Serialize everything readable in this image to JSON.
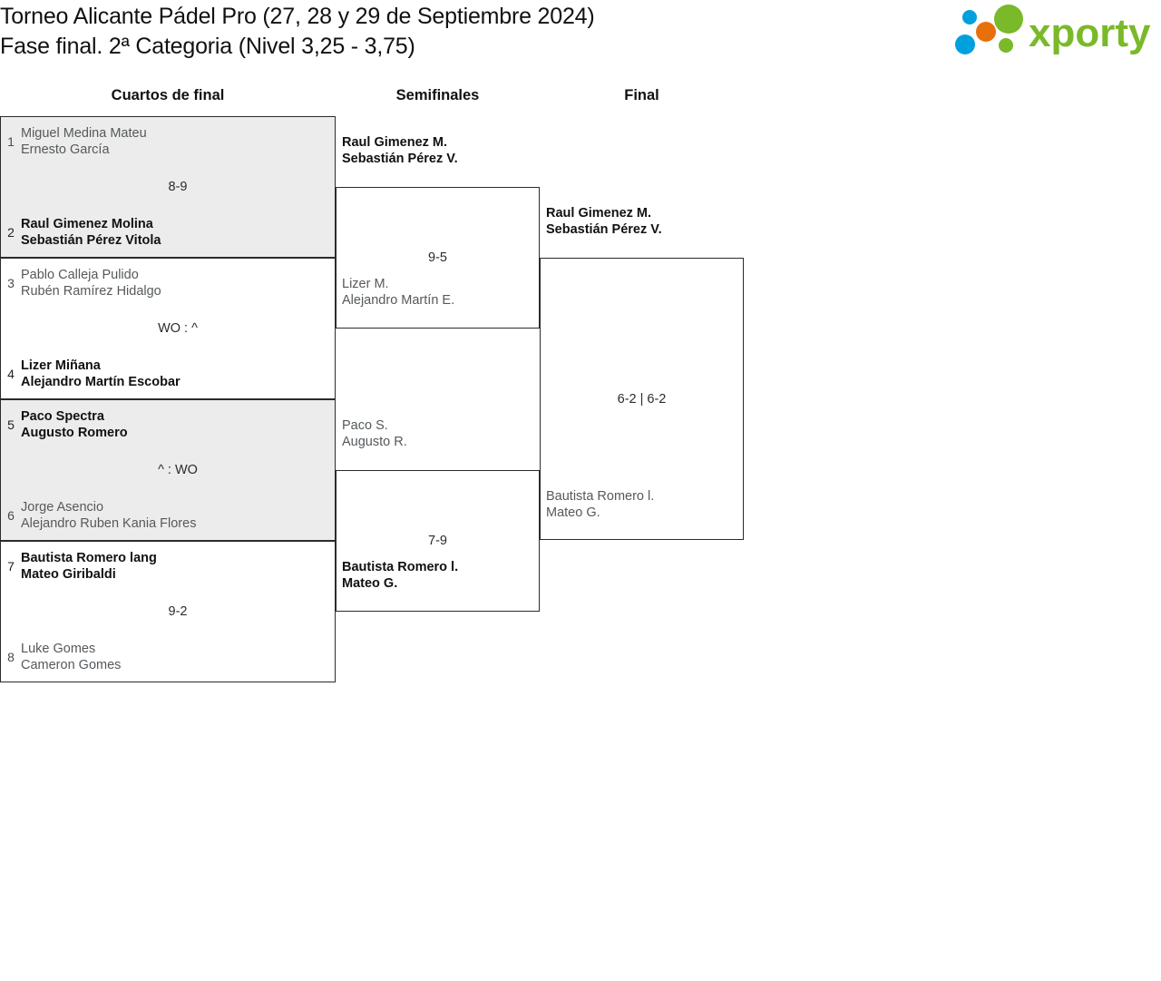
{
  "header": {
    "title_line1": "Torneo Alicante Pádel Pro (27, 28 y 29 de Septiembre 2024)",
    "title_line2": "Fase final. 2ª Categoria (Nivel 3,25 - 3,75)",
    "logo_text": "xporty",
    "logo_colors": {
      "green": "#7ab929",
      "blue": "#00a0df",
      "orange": "#e8700a"
    }
  },
  "rounds": [
    {
      "label": "Cuartos de final"
    },
    {
      "label": "Semifinales"
    },
    {
      "label": "Final"
    }
  ],
  "quarterfinals": [
    {
      "score": "8-9",
      "shaded": true,
      "top": {
        "seed": "1",
        "player1": "Miguel Medina Mateu",
        "player2": "Ernesto García",
        "winner": false
      },
      "bottom": {
        "seed": "2",
        "player1": "Raul Gimenez Molina",
        "player2": "Sebastián Pérez Vitola",
        "winner": true
      }
    },
    {
      "score": "WO : ^",
      "shaded": false,
      "top": {
        "seed": "3",
        "player1": "Pablo Calleja Pulido",
        "player2": "Rubén Ramírez Hidalgo",
        "winner": false
      },
      "bottom": {
        "seed": "4",
        "player1": "Lizer Miñana",
        "player2": "Alejandro Martín Escobar",
        "winner": true
      }
    },
    {
      "score": "^ : WO",
      "shaded": true,
      "top": {
        "seed": "5",
        "player1": "Paco Spectra",
        "player2": "Augusto Romero",
        "winner": true
      },
      "bottom": {
        "seed": "6",
        "player1": "Jorge Asencio",
        "player2": "Alejandro Ruben Kania Flores",
        "winner": false
      }
    },
    {
      "score": "9-2",
      "shaded": false,
      "top": {
        "seed": "7",
        "player1": "Bautista Romero lang",
        "player2": "Mateo Giribaldi",
        "winner": true
      },
      "bottom": {
        "seed": "8",
        "player1": "Luke Gomes",
        "player2": "Cameron Gomes",
        "winner": false
      }
    }
  ],
  "semifinals": [
    {
      "score": "9-5",
      "top": {
        "player1": "Raul Gimenez M.",
        "player2": "Sebastián Pérez V.",
        "winner": true
      },
      "bottom": {
        "player1": "Lizer M.",
        "player2": "Alejandro Martín E.",
        "winner": false
      }
    },
    {
      "score": "7-9",
      "top": {
        "player1": "Paco S.",
        "player2": "Augusto R.",
        "winner": false
      },
      "bottom": {
        "player1": "Bautista Romero l.",
        "player2": "Mateo G.",
        "winner": true
      }
    }
  ],
  "final": {
    "score": "6-2 | 6-2",
    "top": {
      "player1": "Raul Gimenez M.",
      "player2": "Sebastián Pérez V.",
      "winner": true
    },
    "bottom": {
      "player1": "Bautista Romero l.",
      "player2": "Mateo G.",
      "winner": false
    }
  }
}
